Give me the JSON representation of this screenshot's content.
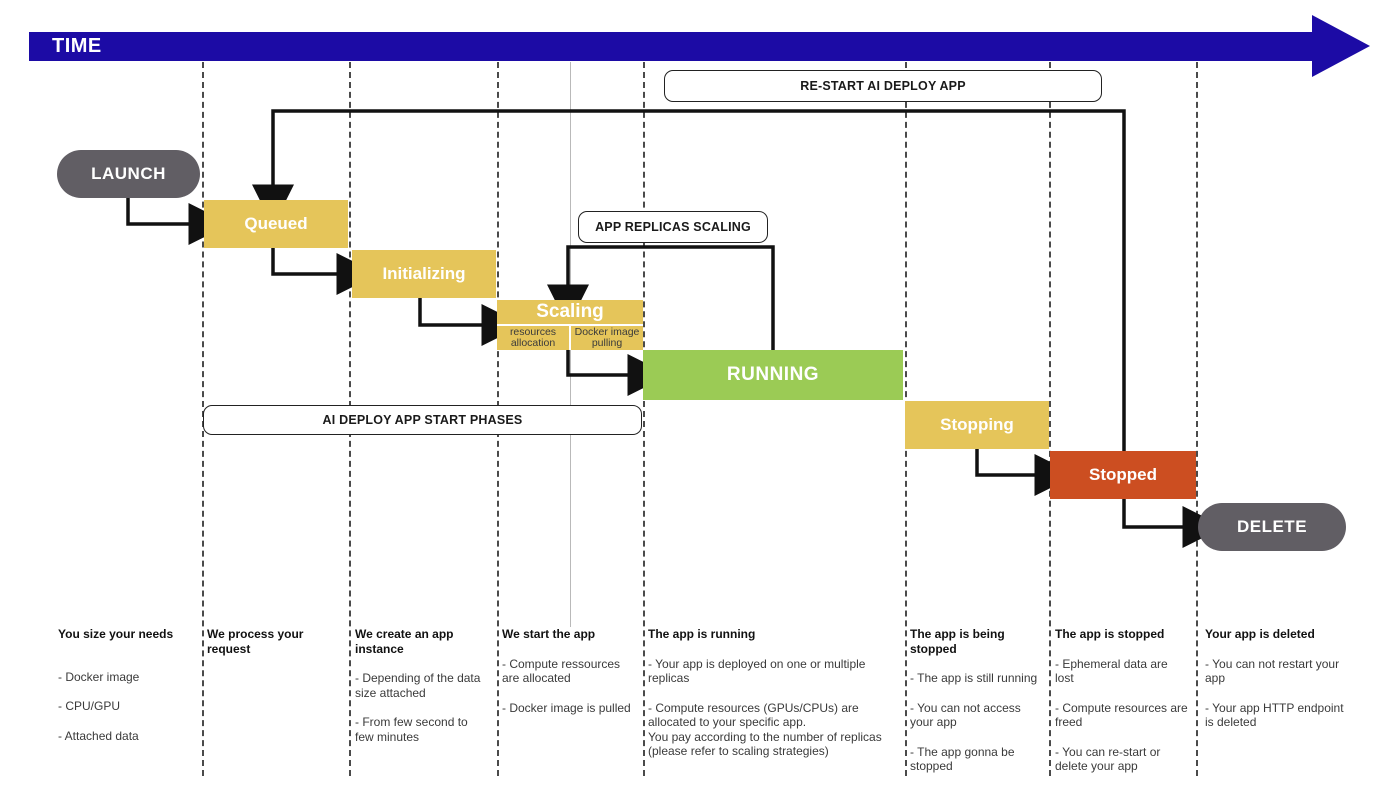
{
  "timeline": {
    "label": "TIME"
  },
  "colors": {
    "time_blue": "#1c0ba5",
    "phase_yellow": "#e5c55a",
    "running_green": "#9bcb55",
    "stopped_orange": "#cc4e21",
    "pill_gray": "#615e64",
    "arrow_black": "#111111"
  },
  "pills": {
    "launch": "LAUNCH",
    "delete": "DELETE"
  },
  "states": {
    "queued": "Queued",
    "initializing": "Initializing",
    "scaling": "Scaling",
    "scaling_sub": [
      "resources allocation",
      "Docker image pulling"
    ],
    "running": "RUNNING",
    "stopping": "Stopping",
    "stopped": "Stopped"
  },
  "labels": {
    "restart": "RE-START AI DEPLOY APP",
    "replicas": "APP REPLICAS SCALING",
    "phases": "AI DEPLOY APP START PHASES"
  },
  "columns": [
    {
      "title": "You size your needs",
      "items": [
        "- Docker image",
        "- CPU/GPU",
        "- Attached data"
      ]
    },
    {
      "title": "We process your request",
      "items": []
    },
    {
      "title": "We create an app instance",
      "items": [
        "- Depending of the data size attached",
        "- From few second to few minutes"
      ]
    },
    {
      "title": "We start the app",
      "items": [
        "- Compute ressources are allocated",
        "- Docker image is pulled"
      ]
    },
    {
      "title": "The app is running",
      "items": [
        "- Your app is deployed on one or multiple replicas",
        "- Compute resources (GPUs/CPUs) are allocated to your specific app.\nYou pay according to the number of replicas\n(please refer to scaling strategies)"
      ]
    },
    {
      "title": "The app is being stopped",
      "items": [
        "- The app is still running",
        "- You can not access your app",
        "- The app gonna be stopped"
      ]
    },
    {
      "title": "The app is stopped",
      "items": [
        "- Ephemeral data are lost",
        "- Compute resources are freed",
        "- You can re-start or delete your app"
      ]
    },
    {
      "title": "Your app is deleted",
      "items": [
        "- You can not restart your app",
        "- Your app HTTP endpoint is deleted"
      ]
    }
  ]
}
